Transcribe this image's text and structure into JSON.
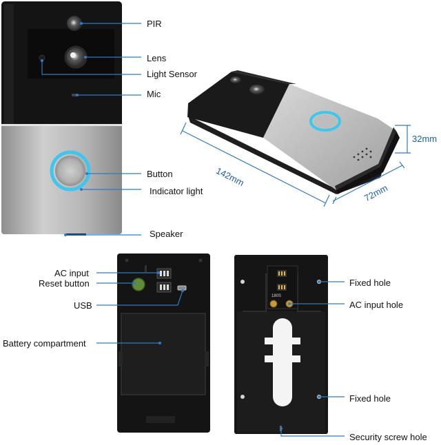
{
  "front_labels": {
    "pir": "PIR",
    "lens": "Lens",
    "light_sensor": "Light Sensor",
    "mic": "Mic",
    "button": "Button",
    "indicator_light": "Indicator light",
    "speaker": "Speaker"
  },
  "dimensions": {
    "length": "142mm",
    "width": "72mm",
    "height": "32mm"
  },
  "back_labels": {
    "ac_input": "AC input",
    "reset_button": "Reset button",
    "usb": "USB",
    "battery_compartment": "Battery compartment"
  },
  "bracket_labels": {
    "fixed_hole_top": "Fixed hole",
    "ac_input_hole": "AC input hole",
    "fixed_hole_bottom": "Fixed hole",
    "security_screw_hole": "Security screw hole"
  },
  "bracket_marking": "180S",
  "colors": {
    "leader_line": "#2e7bc4",
    "ring_glow": "#3fc6ee",
    "body_black": "#141414",
    "body_silver": "#b9b9b9"
  }
}
